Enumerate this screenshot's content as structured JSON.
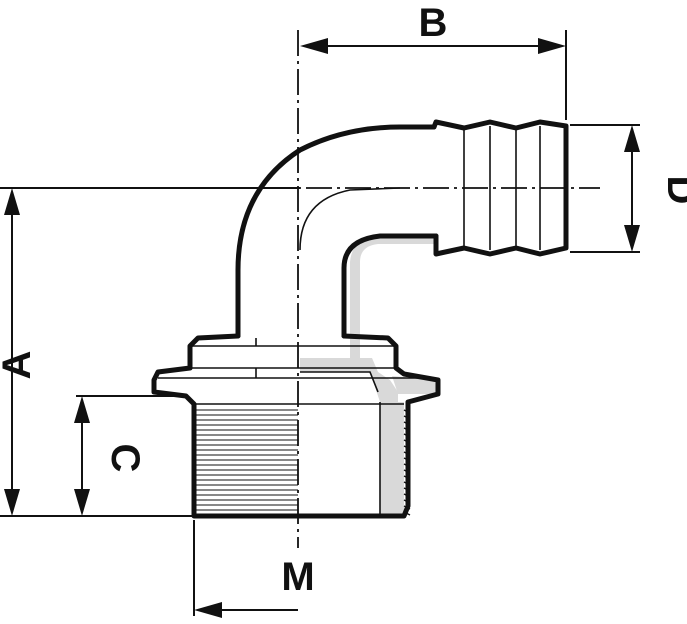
{
  "labels": {
    "a": "A",
    "b": "B",
    "c": "C",
    "d": "D",
    "m": "M"
  },
  "colors": {
    "line": "#111111",
    "section_shade": "#d9d9d9",
    "background": "#ffffff"
  }
}
